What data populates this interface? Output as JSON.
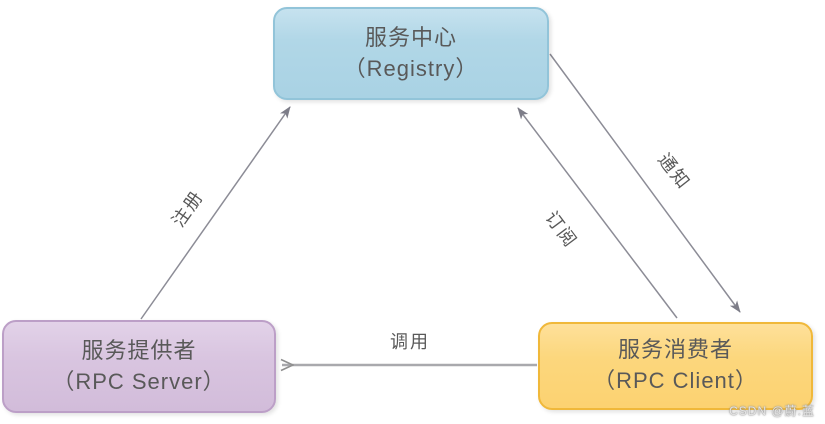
{
  "diagram": {
    "nodes": {
      "registry": {
        "line1": "服务中心",
        "line2": "（Registry）",
        "fill": "#abd4e5",
        "border": "#92c4d9"
      },
      "server": {
        "line1": "服务提供者",
        "line2": "（RPC Server）",
        "fill": "#d9c5e0",
        "border": "#bc9fc7"
      },
      "client": {
        "line1": "服务消费者",
        "line2": "（RPC Client）",
        "fill": "#fcd77d",
        "border": "#f0b83a"
      }
    },
    "edges": {
      "register": {
        "label": "注册",
        "from": "server",
        "to": "registry",
        "arrowhead": "filled-triangle"
      },
      "subscribe": {
        "label": "订阅",
        "from": "client",
        "to": "registry",
        "arrowhead": "filled-triangle"
      },
      "notify": {
        "label": "通知",
        "from": "registry",
        "to": "client",
        "arrowhead": "filled-triangle"
      },
      "invoke": {
        "label": "调用",
        "from": "client",
        "to": "server",
        "arrowhead": "open-v"
      }
    },
    "colors": {
      "edge_line": "#8c8c96",
      "invoke_line": "#a9a9ad",
      "arrowhead": "#7d7d88",
      "node_text": "#595959"
    },
    "watermark": {
      "text": "CSDN @蔚.蓝"
    }
  }
}
